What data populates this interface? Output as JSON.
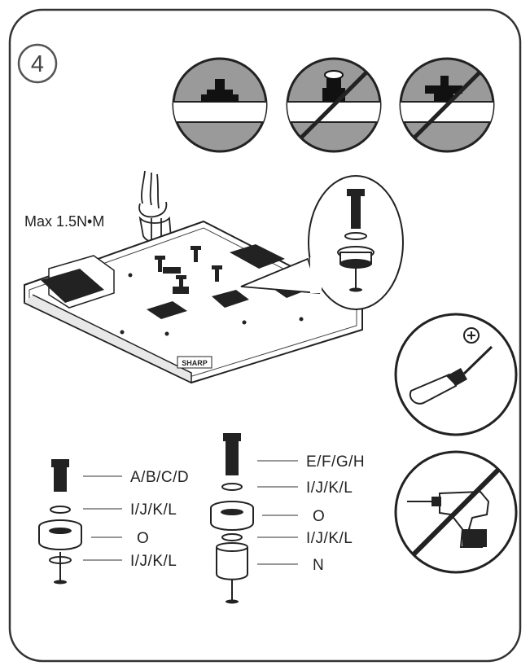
{
  "step": {
    "number": "4"
  },
  "torque": {
    "label": "Max 1.5N•M"
  },
  "tv_logo": "SHARP",
  "indicators": [
    {
      "name": "correct-screw-position",
      "allowed": true
    },
    {
      "name": "over-tightened-screw-position",
      "allowed": false
    },
    {
      "name": "loose-screw-position",
      "allowed": false
    }
  ],
  "tools": [
    {
      "name": "manual-screwdriver",
      "allowed": true
    },
    {
      "name": "power-drill",
      "allowed": false
    }
  ],
  "stack_left": {
    "labels": [
      "A/B/C/D",
      "I/J/K/L",
      "O",
      "I/J/K/L"
    ]
  },
  "stack_right": {
    "labels": [
      "E/F/G/H",
      "I/J/K/L",
      "O",
      "I/J/K/L",
      "N"
    ]
  },
  "colors": {
    "line": "#2a2a2a",
    "label_line": "#777777",
    "background": "#ffffff"
  }
}
